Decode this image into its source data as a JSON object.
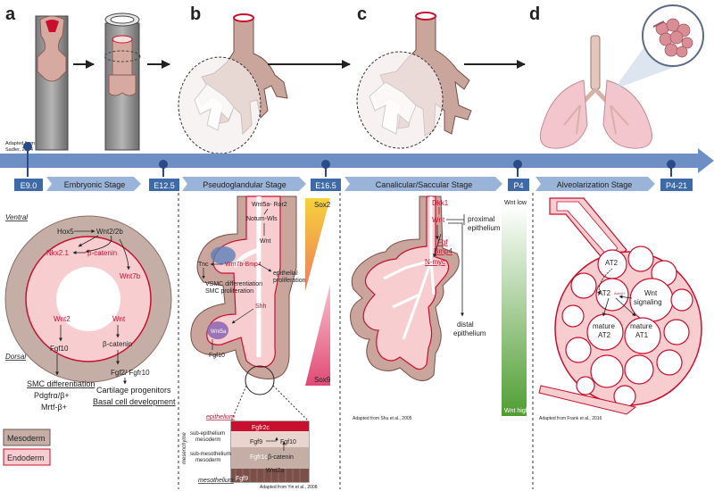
{
  "panels": {
    "a": "a",
    "b": "b",
    "c": "c",
    "d": "d"
  },
  "timeline": {
    "adapted": [
      "Adapted from",
      "Sadler, 2004"
    ],
    "times": [
      "E9.0",
      "E12.5",
      "E16.5",
      "P4",
      "P4-21"
    ],
    "stages": [
      "Embryonic Stage",
      "Pseudoglandular Stage",
      "Canalicular/Saccular Stage",
      "Alveolarization Stage"
    ]
  },
  "panel_a": {
    "ventral": "Ventral",
    "dorsal": "Dorsal",
    "hox5": "Hox5",
    "wnt2_2b": "Wnt2/2b",
    "nkx21": "Nkx2.1",
    "bcat1": "β-catenin",
    "wnt7b": "Wnt7b",
    "wnt2": "Wnt2",
    "wnt": "Wnt",
    "fgf10": "Fgf10",
    "bcat2": "β-catenin",
    "smc": "SMC differentiation",
    "pdgfr": "Pdgfrα/β+",
    "mrtf": "Mrtf-β+",
    "fgf2": "Fgf2/ Fgfr10",
    "cart": "Cartilage progenitors",
    "basal": "Basal cell development",
    "legend_meso": "Mesoderm",
    "legend_endo": "Endoderm"
  },
  "panel_b": {
    "wnt5a": "Wnt5a- Ror2",
    "notum": "Notum-Wls",
    "wnt": "Wnt",
    "tnc": "Tnc",
    "wnt7b": "Wnt7b-Bmp4",
    "epi1": "epithelial",
    "epi2": "proliferation",
    "vsmc1": "VSMC differentiation",
    "vsmc2": "SMC proliferation",
    "shh": "Shh",
    "wnt5a2": "Wnt5a",
    "fgf10": "Fgf10",
    "sox2": "Sox2",
    "sox9": "Sox9",
    "inset_epi": "epithelium",
    "inset_meso": "mesothelium",
    "inset_mesen": "mesenchyme",
    "fgfr2c": "Fgfr2c",
    "subepi1": "sub-epithelium",
    "subepi2": "mesoderm",
    "fgf9": "Fgf9",
    "fgf10b": "Fgf10",
    "submeso1": "sub-mesothelium",
    "submeso2": "mesoderm",
    "fgfr1c": "Fgfr1c",
    "bcat": "β-catenin",
    "wnt2a": "Wnt2a",
    "fgf9b": "Fgf9",
    "adapted": "Adapted from Yin et al., 2008"
  },
  "panel_c": {
    "dkk1": "Dkk1",
    "wnt": "Wnt",
    "fgf": "Fgf",
    "bmp4": "Bmp4",
    "nmyc": "N-myc",
    "prox1": "proximal",
    "prox2": "epithelium",
    "dist1": "distal",
    "dist2": "epithelium",
    "wnt_low": "Wnt low",
    "wnt_high": "Wnt high",
    "adapted": "Adapted from Shu et al., 2005"
  },
  "panel_d": {
    "at2": "AT2",
    "wnt1": "Wnt",
    "wnt2": "signaling",
    "at2b": "AT2",
    "axin2": "Axin2+",
    "mature1": "mature",
    "mature1b": "AT2",
    "mature2": "mature",
    "mature2b": "AT1",
    "adapted": "Adapted from Frank et al., 2016"
  },
  "colors": {
    "mesoderm": "#c4aea6",
    "endoderm": "#f7cdd0",
    "epithelium_red": "#c8102e",
    "timeline": "#6e8fc4",
    "marker": "#2a4b87",
    "sox2": "#f4b63a",
    "sox9": "#e8567b",
    "wnt_gradient": "#5fae3e"
  }
}
